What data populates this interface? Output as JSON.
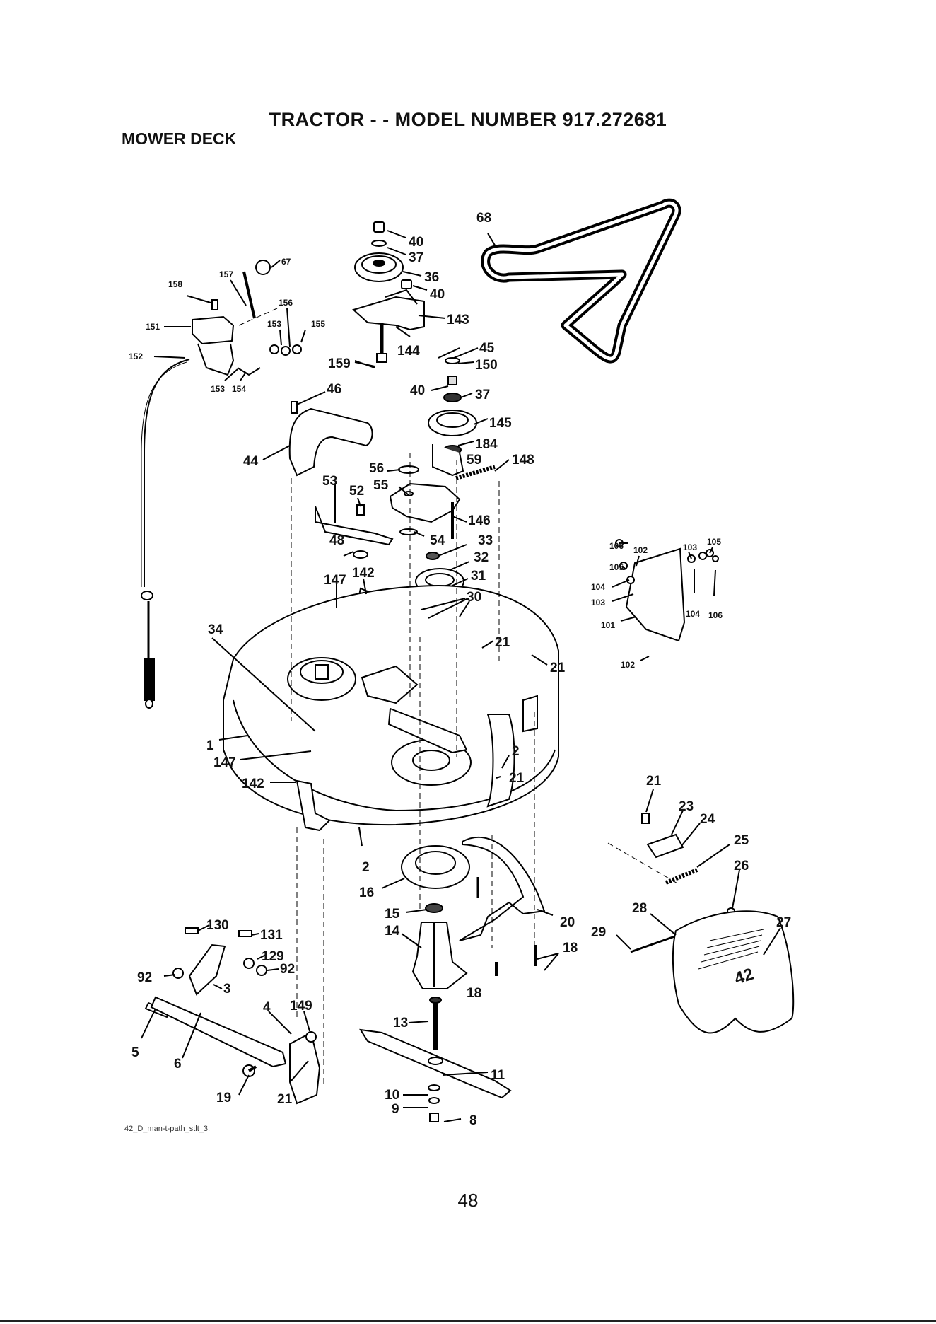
{
  "header": {
    "title": "TRACTOR - - MODEL NUMBER  917.272681",
    "section": "MOWER DECK"
  },
  "footnote": "42_D_man-t-path_stlt_3.",
  "page_number": "48",
  "parts": {
    "p40a": "40",
    "p37a": "37",
    "p36": "36",
    "p40b": "40",
    "p143": "143",
    "p144": "144",
    "p159": "159",
    "p45": "45",
    "p150": "150",
    "p40c": "40",
    "p37b": "37",
    "p145": "145",
    "p184": "184",
    "p59": "59",
    "p148": "148",
    "p56": "56",
    "p55": "55",
    "p146": "146",
    "p54": "54",
    "p33": "33",
    "p32": "32",
    "p31": "31",
    "p30": "30",
    "p53": "53",
    "p52": "52",
    "p48": "48",
    "p147a": "147",
    "p142a": "142",
    "p46": "46",
    "p44": "44",
    "p68": "68",
    "p158": "158",
    "p157": "157",
    "p67": "67",
    "p156": "156",
    "p151": "151",
    "p153a": "153",
    "p155": "155",
    "p152": "152",
    "p153b": "153",
    "p154": "154",
    "p34": "34",
    "p1": "1",
    "p147b": "147",
    "p142b": "142",
    "p21a": "21",
    "p21b": "21",
    "p2a": "2",
    "p21c": "21",
    "p2b": "2",
    "p16": "16",
    "p15": "15",
    "p14": "14",
    "p20": "20",
    "p18a": "18",
    "p18b": "18",
    "p13": "13",
    "p11": "11",
    "p10": "10",
    "p9": "9",
    "p8": "8",
    "p130": "130",
    "p131": "131",
    "p129": "129",
    "p92a": "92",
    "p92b": "92",
    "p3": "3",
    "p4": "4",
    "p149": "149",
    "p5": "5",
    "p6": "6",
    "p19": "19",
    "p21d": "21",
    "p106a": "106",
    "p102a": "102",
    "p103a": "103",
    "p105a": "105",
    "p105b": "105",
    "p104a": "104",
    "p103b": "103",
    "p104b": "104",
    "p106b": "106",
    "p101": "101",
    "p102b": "102",
    "p21e": "21",
    "p23": "23",
    "p24": "24",
    "p25": "25",
    "p26": "26",
    "p28": "28",
    "p29": "29",
    "p27": "27",
    "p42logo": "42"
  }
}
